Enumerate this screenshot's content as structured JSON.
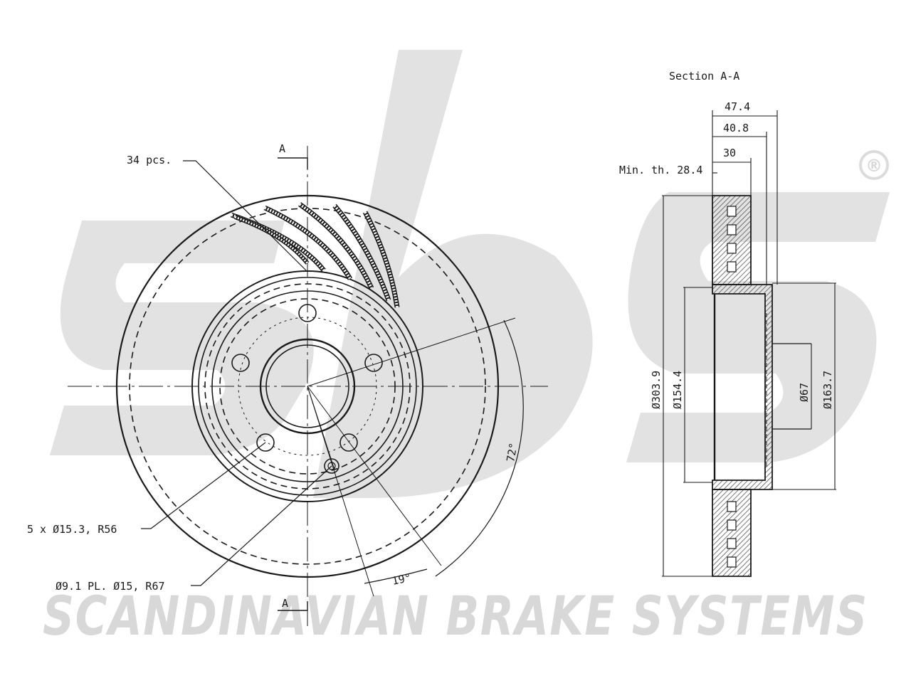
{
  "watermark": {
    "logo_text": "sbs",
    "registered_mark": "®",
    "company": "SCANDINAVIAN BRAKE SYSTEMS"
  },
  "front_view": {
    "section_mark": "A",
    "ribs_label": "34 pcs.",
    "bolt_holes_label": "5 x Ø15.3, R56",
    "locating_hole_label": "Ø9.1 PL. Ø15, R67",
    "angle_72": "72°",
    "angle_19": "19°"
  },
  "section_view": {
    "title": "Section A-A",
    "width_overall": "47.4",
    "width_hat": "40.8",
    "thickness": "30",
    "min_thickness": "Min. th. 28.4",
    "dia_outer": "Ø303.9",
    "dia_inner_ring": "Ø154.4",
    "dia_center_bore": "Ø67",
    "dia_hat": "Ø163.7"
  },
  "colors": {
    "line": "#1a1a1a",
    "watermark": "#d8d8d8",
    "hatch": "#555555"
  }
}
